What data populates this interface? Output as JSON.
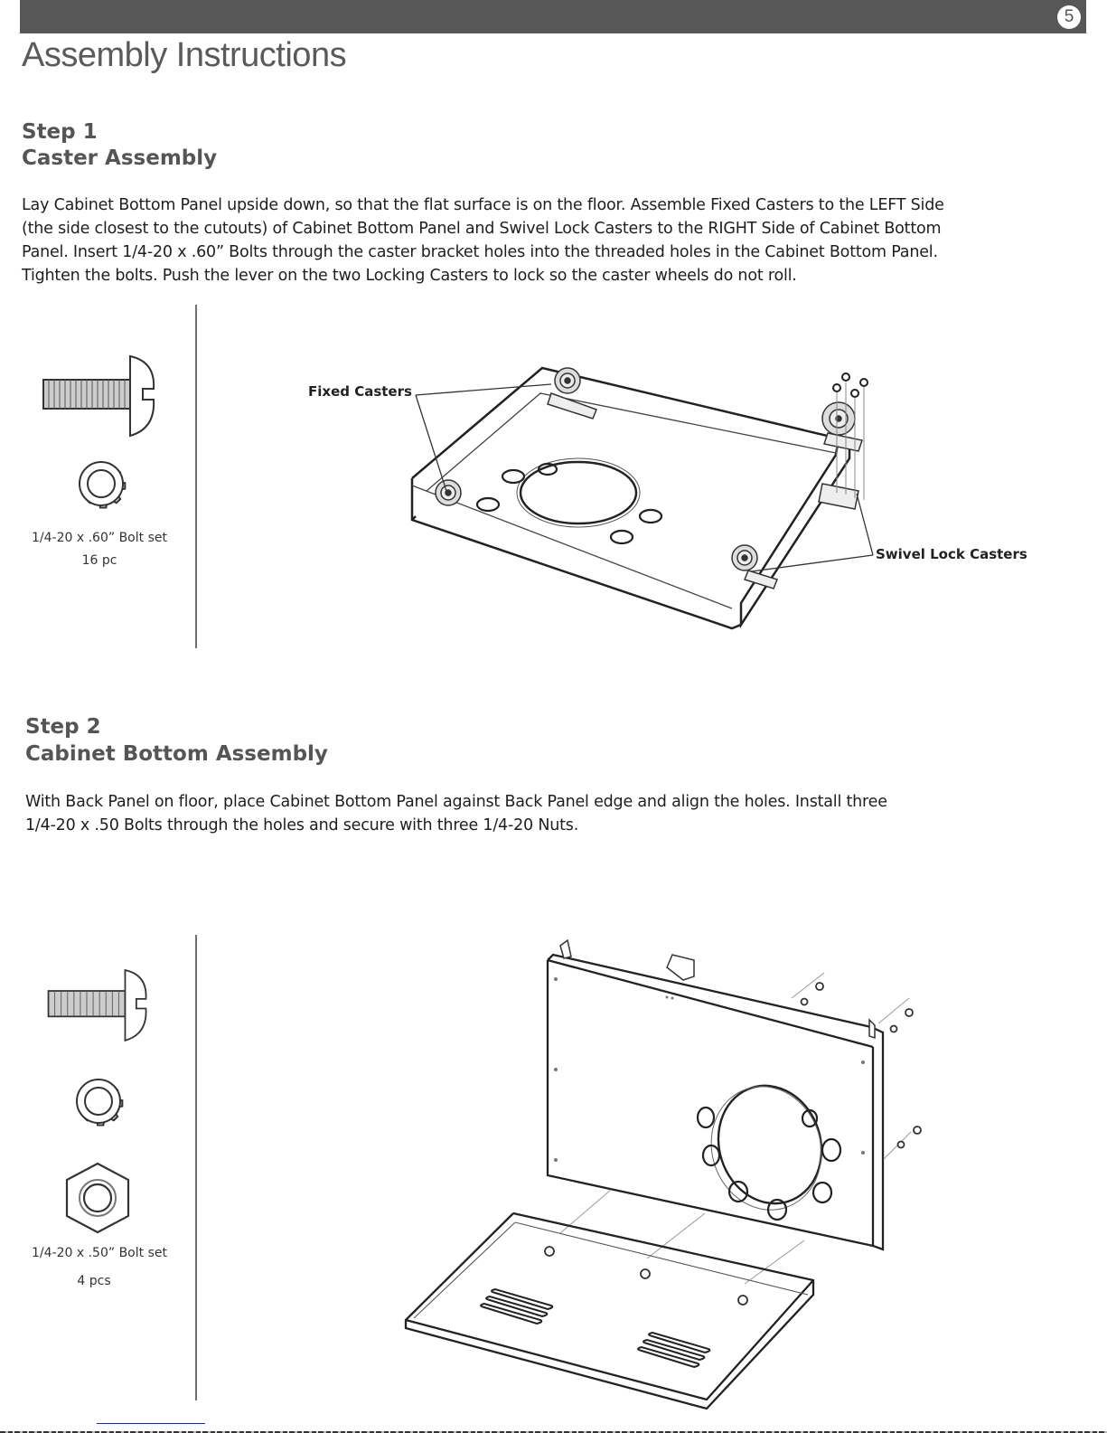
{
  "header": {
    "page_number": "5",
    "title": "Assembly Instructions"
  },
  "steps": [
    {
      "step_label": "Step 1",
      "step_title": "Caster Assembly",
      "body_lines": [
        "Lay Cabinet Bottom Panel upside down, so that the flat surface is on the floor. Assemble Fixed Casters to the LEFT Side",
        "(the side closest to the cutouts) of Cabinet Bottom Panel and Swivel Lock Casters to the RIGHT Side of Cabinet Bottom",
        "Panel. Insert 1/4-20 x .60” Bolts through the caster bracket holes into the threaded holes in the Cabinet Bottom Panel.",
        "Tighten the bolts. Push the lever on the two Locking Casters to lock so the caster wheels do not roll."
      ],
      "parts": {
        "icons": [
          "bolt-icon",
          "lock-washer-icon"
        ],
        "label": "1/4-20 x .60” Bolt set",
        "quantity": "16 pc"
      },
      "callouts": {
        "fixed": "Fixed Casters",
        "swivel": "Swivel Lock Casters"
      }
    },
    {
      "step_label": "Step 2",
      "step_title": "Cabinet Bottom Assembly",
      "body_lines": [
        "With Back Panel on floor, place Cabinet Bottom Panel against Back Panel edge and align the holes. Install three",
        "1/4-20 x .50 Bolts through the holes and secure with three 1/4-20 Nuts."
      ],
      "parts": {
        "icons": [
          "bolt-icon",
          "lock-washer-icon",
          "hex-nut-icon"
        ],
        "label": "1/4-20 x .50” Bolt set",
        "quantity": "4 pcs"
      }
    }
  ],
  "colors": {
    "header_bar": "#575757",
    "heading_text": "#555555",
    "body_text": "#1e1e1e"
  }
}
